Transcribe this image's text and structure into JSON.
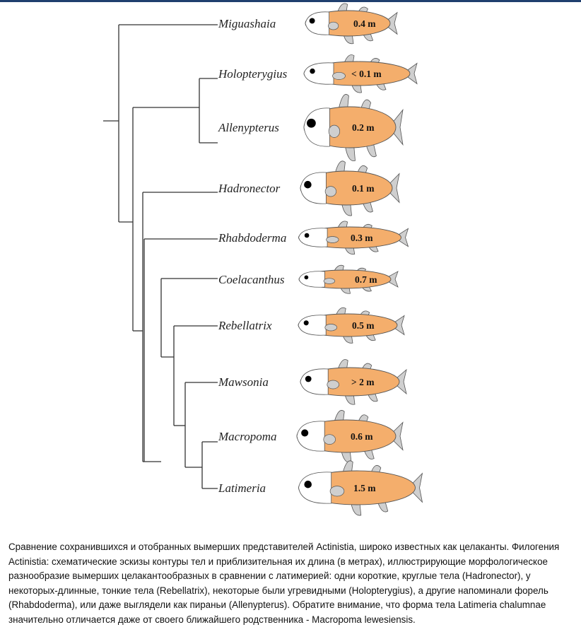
{
  "figure": {
    "title": "",
    "colors": {
      "body": "#f4ae6c",
      "fin": "#cfcfcf",
      "head": "#ffffff",
      "line": "#333333",
      "topbar": "#1f3f6e"
    },
    "taxa": [
      {
        "name": "Miguashaia",
        "size": "0.4 m"
      },
      {
        "name": "Holopterygius",
        "size": "< 0.1 m"
      },
      {
        "name": "Allenypterus",
        "size": "0.2 m"
      },
      {
        "name": "Hadronector",
        "size": "0.1 m"
      },
      {
        "name": "Rhabdoderma",
        "size": "0.3 m"
      },
      {
        "name": "Coelacanthus",
        "size": "0.7 m"
      },
      {
        "name": "Rebellatrix",
        "size": "0.5 m"
      },
      {
        "name": "Mawsonia",
        "size": "> 2 m"
      },
      {
        "name": "Macropoma",
        "size": "0.6 m"
      },
      {
        "name": "Latimeria",
        "size": "1.5 m"
      }
    ],
    "caption": "Сравнение сохранившихся и отобранных вымерших представителей Actinistia, широко известных как целаканты. Филогения Actinistia: схематические эскизы контуры тел и приблизительная их длина (в метрах), иллюстрирующие морфологическое разнообразие вымерших целакантообразных в сравнении с латимерией: одни короткие, круглые тела (Hadronector), у некоторых-длинные, тонкие тела (Rebellatrix), некоторые были угревидными (Holopterygius), а другие напоминали форель (Rhabdoderma), или даже выглядели как пираньи (Allenypterus). Обратите внимание, что форма тела Latimeria chalumnae значительно отличается даже от своего ближайшего родственника - Macropoma lewesiensis."
  }
}
